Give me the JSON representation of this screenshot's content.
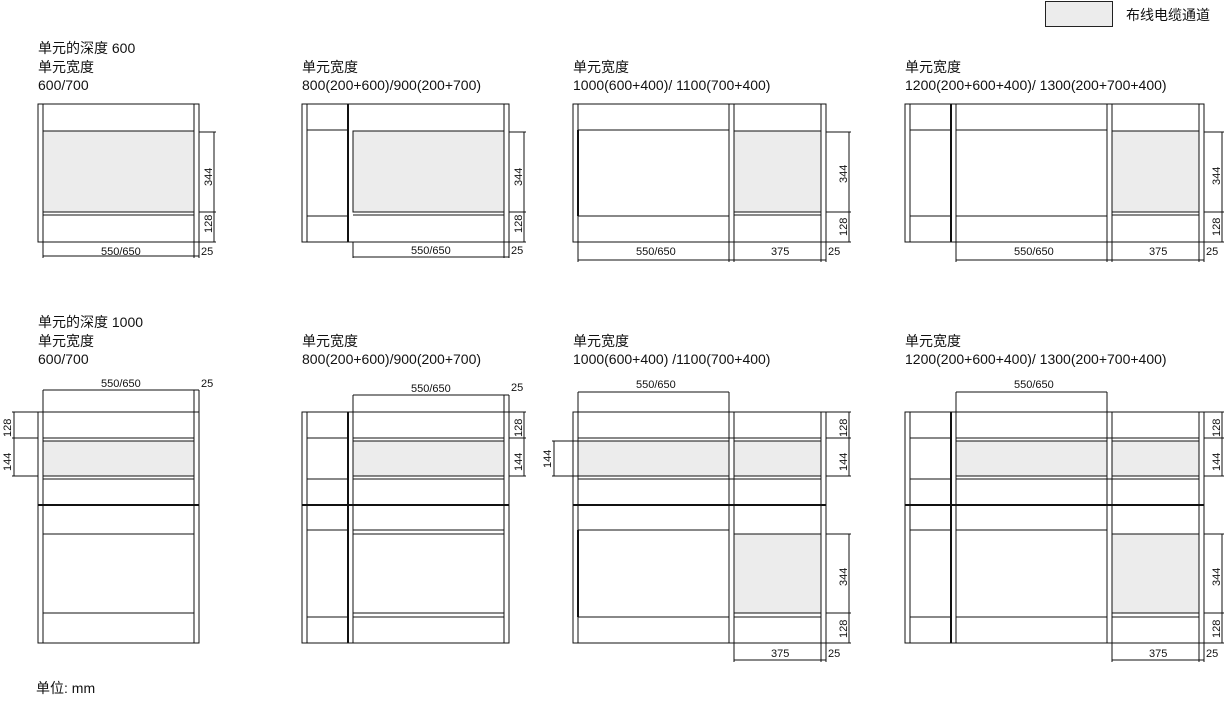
{
  "legend": {
    "label": "布线电缆通道",
    "swatch_color": "#ececec"
  },
  "unit_label": "单位: mm",
  "rows": [
    {
      "depth_label": "单元的深度 600",
      "units": [
        {
          "title": "单元宽度",
          "widths": "600/700",
          "dims": {
            "main": "550/650",
            "gap": "25",
            "h_channel": "344",
            "h_base": "128"
          }
        },
        {
          "title": "单元宽度",
          "widths": "800(200+600)/900(200+700)",
          "dims": {
            "main": "550/650",
            "gap": "25",
            "h_channel": "344",
            "h_base": "128"
          }
        },
        {
          "title": "单元宽度",
          "widths": "1000(600+400)/  1100(700+400)",
          "dims": {
            "main": "550/650",
            "side": "375",
            "gap": "25",
            "h_channel": "344",
            "h_base": "128"
          }
        },
        {
          "title": "单元宽度",
          "widths": "1200(200+600+400)/  1300(200+700+400)",
          "dims": {
            "main": "550/650",
            "side": "375",
            "gap": "25",
            "h_channel": "344",
            "h_base": "128"
          }
        }
      ]
    },
    {
      "depth_label": "单元的深度 1000",
      "units": [
        {
          "title": "单元宽度",
          "widths": "600/700",
          "dims": {
            "main": "550/650",
            "gap": "25",
            "h_top": "128",
            "h_channel": "144"
          }
        },
        {
          "title": "单元宽度",
          "widths": "800(200+600)/900(200+700)",
          "dims": {
            "main": "550/650",
            "gap": "25",
            "h_top": "128",
            "h_channel": "144"
          }
        },
        {
          "title": "单元宽度",
          "widths": "1000(600+400)  /1100(700+400)",
          "dims": {
            "main": "550/650",
            "side": "375",
            "gap": "25",
            "h_top": "128",
            "h_channel": "144",
            "h_channel2": "344",
            "h_base": "128"
          }
        },
        {
          "title": "单元宽度",
          "widths": "1200(200+600+400)/  1300(200+700+400)",
          "dims": {
            "main": "550/650",
            "side": "375",
            "gap": "25",
            "h_top": "128",
            "h_channel": "144",
            "h_channel2": "344",
            "h_base": "128"
          }
        }
      ]
    }
  ]
}
